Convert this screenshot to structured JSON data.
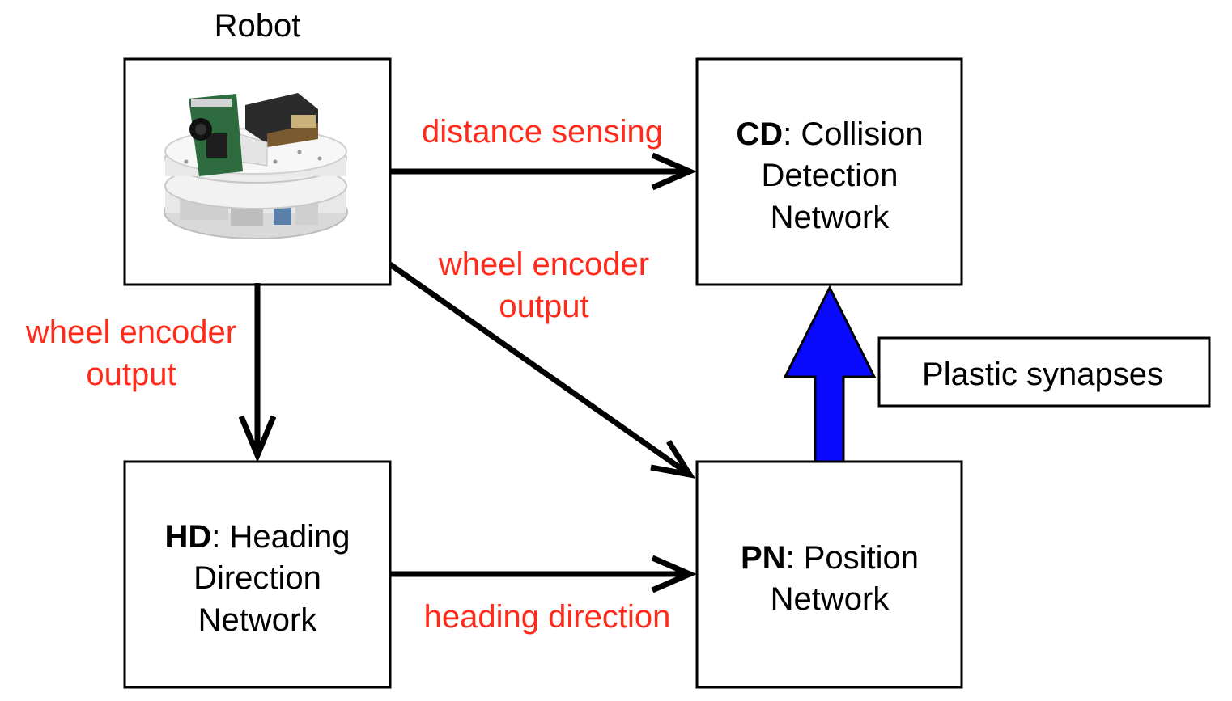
{
  "colors": {
    "edge_label": "#ff2a1a",
    "plastic_arrow_fill": "#0a0aff",
    "box_stroke": "#000000",
    "text": "#000000"
  },
  "robot": {
    "title": "Robot",
    "image": "robot-photo"
  },
  "nodes": {
    "cd": {
      "abbr": "CD",
      "name_part1": ": Collision",
      "name_part2": "Detection",
      "name_part3": "Network"
    },
    "hd": {
      "abbr": "HD",
      "name_part1": ": Heading",
      "name_part2": "Direction",
      "name_part3": "Network"
    },
    "pn": {
      "abbr": "PN",
      "name_part1": ": Position",
      "name_part2": "Network"
    },
    "plastic": {
      "label": "Plastic synapses"
    }
  },
  "edges": {
    "robot_to_cd": "distance sensing",
    "robot_to_pn_line1": "wheel encoder",
    "robot_to_pn_line2": "output",
    "robot_to_hd_line1": "wheel encoder",
    "robot_to_hd_line2": "output",
    "hd_to_pn": "heading direction"
  }
}
